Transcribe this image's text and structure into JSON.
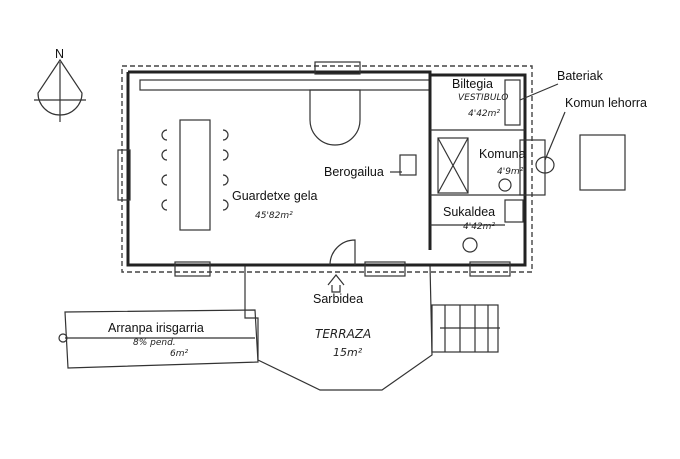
{
  "compass": {
    "north": "N"
  },
  "rooms": {
    "guardetxe": {
      "label": "Guardetxe gela",
      "area": "45'82m²"
    },
    "biltegia": {
      "label": "Biltegia",
      "note": "VESTIBULO",
      "area": "4'42m²"
    },
    "komuna": {
      "label": "Komuna",
      "area": "4'9m²"
    },
    "sukaldea": {
      "label": "Sukaldea",
      "area": "4'42m²"
    },
    "terraza": {
      "label": "TERRAZA",
      "area": "15m²"
    }
  },
  "callouts": {
    "bateriak": "Bateriak",
    "komun_lehorra": "Komun lehorra",
    "berogailua": "Berogailua",
    "sarbidea": "Sarbidea"
  },
  "ramp": {
    "label": "Arranpa irisgarria",
    "slope": "8% pend.",
    "area": "6m²"
  }
}
